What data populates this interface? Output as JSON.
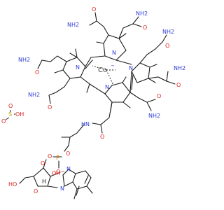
{
  "colors": {
    "bond": "#1a1a1a",
    "nitrogen": "#2d3bd6",
    "oxygen": "#e0201b",
    "sulfur": "#b8a000",
    "phosphorus": "#e07a00",
    "metal": "#4a4a4a",
    "background": "#ffffff"
  },
  "labels": {
    "metal": "Co",
    "charge_minus": "−",
    "sulfate_s": "S",
    "nh2": "NH2",
    "nh": "HN",
    "o": "O",
    "oh": "OH",
    "ho": "HO",
    "h": "H",
    "n": "N",
    "p": "P",
    "o_minus": "O−"
  }
}
